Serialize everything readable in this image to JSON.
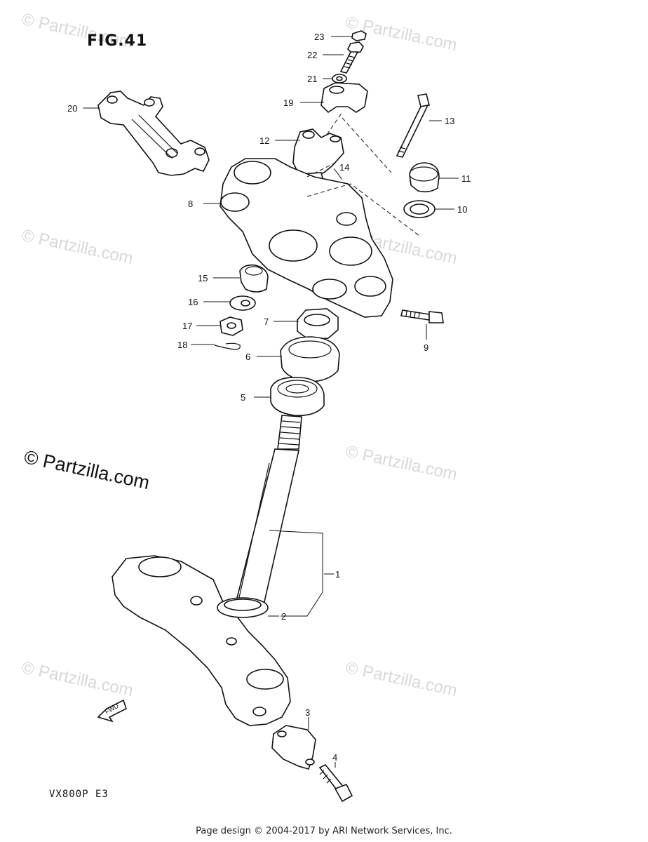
{
  "figure": {
    "title": "FIG.41",
    "model_code": "VX800P  E3"
  },
  "watermarks": {
    "small": "© Partzilla.com",
    "large": "© Partzilla.com"
  },
  "footer": "Page design © 2004-2017 by ARI Network Services, Inc.",
  "fwd_label": "FWD",
  "callouts": [
    "1",
    "2",
    "3",
    "4",
    "5",
    "6",
    "7",
    "8",
    "9",
    "10",
    "11",
    "12",
    "13",
    "14",
    "15",
    "16",
    "17",
    "18",
    "19",
    "20",
    "21",
    "22",
    "23"
  ]
}
